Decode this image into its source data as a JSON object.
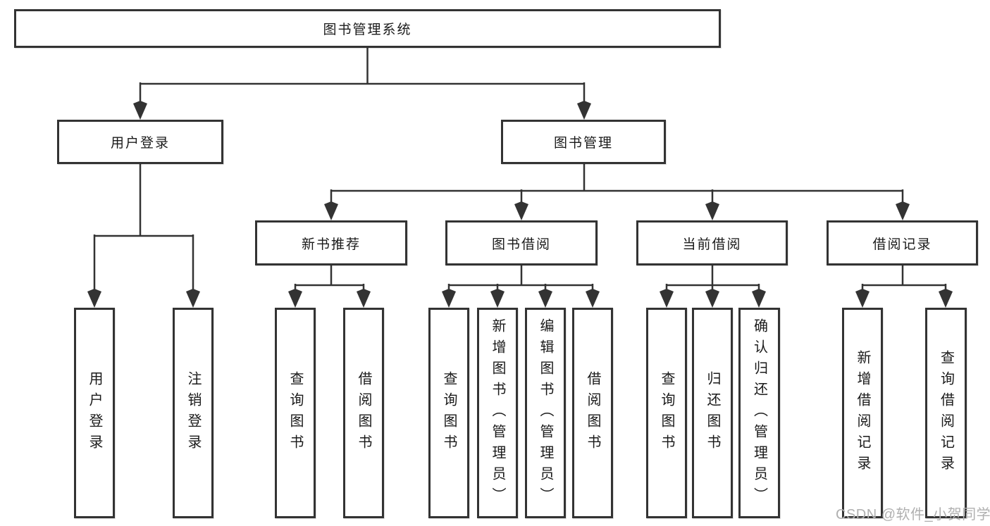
{
  "tree": {
    "label": "图书管理系统",
    "children": [
      {
        "label": "用户登录",
        "children": [
          {
            "label": "用户登录"
          },
          {
            "label": "注销登录"
          }
        ]
      },
      {
        "label": "图书管理",
        "children": [
          {
            "label": "新书推荐",
            "children": [
              {
                "label": "查询图书"
              },
              {
                "label": "借阅图书"
              }
            ]
          },
          {
            "label": "图书借阅",
            "children": [
              {
                "label": "查询图书"
              },
              {
                "label": "新增图书（管理员）"
              },
              {
                "label": "编辑图书（管理员）"
              },
              {
                "label": "借阅图书"
              }
            ]
          },
          {
            "label": "当前借阅",
            "children": [
              {
                "label": "查询图书"
              },
              {
                "label": "归还图书"
              },
              {
                "label": "确认归还（管理员）"
              }
            ]
          },
          {
            "label": "借阅记录",
            "children": [
              {
                "label": "新增借阅记录"
              },
              {
                "label": "查询借阅记录"
              }
            ]
          }
        ]
      }
    ]
  },
  "watermark": "CSDN @软件_小贺同学",
  "colors": {
    "line": "#333333",
    "box_border": "#333333",
    "text": "#1a1a1a",
    "watermark": "#b0b0b0",
    "background": "#ffffff"
  }
}
